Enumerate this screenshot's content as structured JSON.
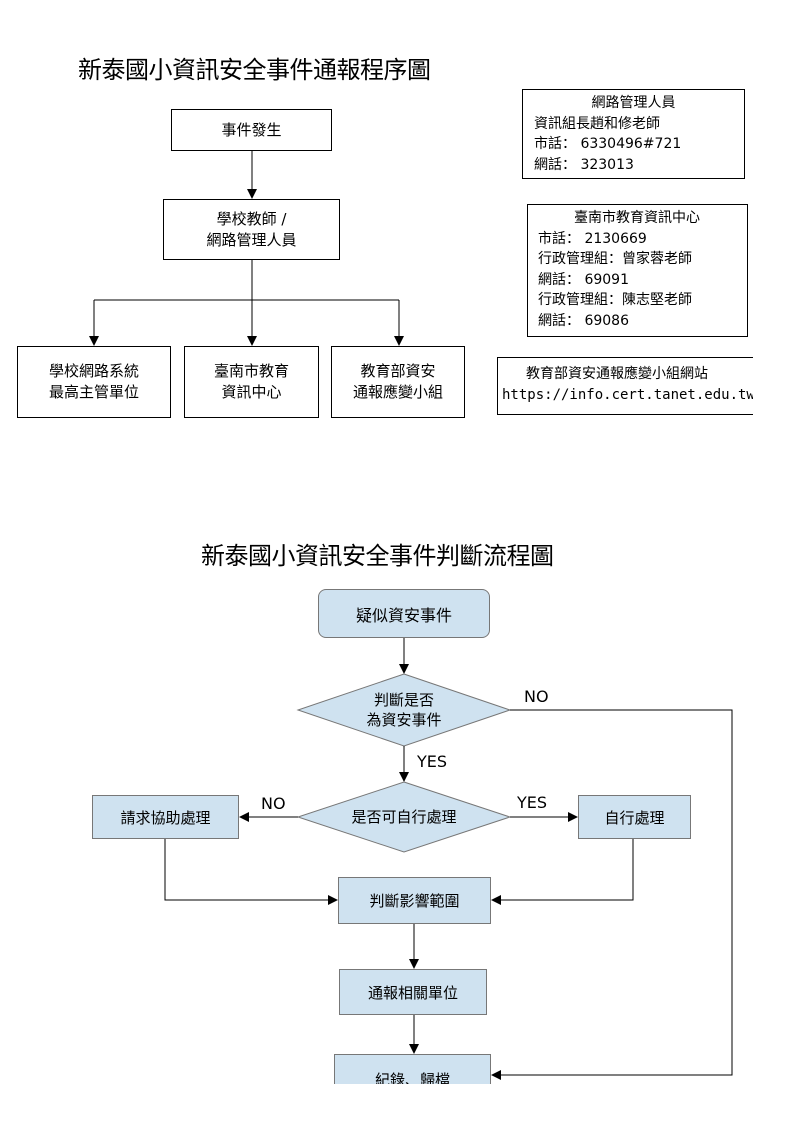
{
  "report_chart": {
    "title": "新泰國小資訊安全事件通報程序圖",
    "event_box": "事件發生",
    "teacher_box": [
      "學校教師 /",
      "網路管理人員"
    ],
    "targets": [
      [
        "學校網路系統",
        "最高主管單位"
      ],
      [
        "臺南市教育",
        "資訊中心"
      ],
      [
        "教育部資安",
        "通報應變小組"
      ]
    ]
  },
  "contacts": {
    "network_admin": {
      "heading": "網路管理人員",
      "lines": [
        "資訊組長趙和修老師",
        "市話： 6330496#721",
        "網話： 323013"
      ]
    },
    "tainan_center": {
      "heading": "臺南市教育資訊中心",
      "lines": [
        "市話： 2130669",
        "行政管理組：曾家蓉老師",
        "網話： 69091",
        "行政管理組：陳志堅老師",
        "網話： 69086"
      ]
    },
    "moe_site": {
      "heading": "教育部資安通報應變小組網站",
      "url": "https://info.cert.tanet.edu.tw"
    }
  },
  "judgment_chart": {
    "title": "新泰國小資訊安全事件判斷流程圖",
    "start": "疑似資安事件",
    "decision1": [
      "判斷是否",
      "為資安事件"
    ],
    "decision2": "是否可自行處理",
    "request_help": "請求協助處理",
    "self_handle": "自行處理",
    "impact": "判斷影響範圍",
    "notify": "通報相關單位",
    "record": "紀錄、歸檔",
    "labels": {
      "no": "NO",
      "yes": "YES"
    }
  },
  "colors": {
    "flow_fill": "#cfe2f0",
    "flow_stroke": "#777777",
    "line": "#000000"
  }
}
